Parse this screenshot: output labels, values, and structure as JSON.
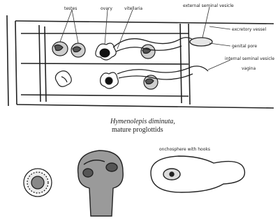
{
  "labels": {
    "testes": "testes",
    "ovary": "ovary",
    "vitellaria": "vitellaria",
    "external_seminal_vesicle": "external seminal vesicle",
    "excretory_vessel": "excretory vessel",
    "genital_pore": "genital pore",
    "internal_seminal_vesicle": "internal seminal vesicle",
    "vagina": "vagina",
    "oncosphere_label": "onchosphere with hooks"
  },
  "captions": {
    "species": "Hymenolepis diminuta,",
    "part": "mature proglottids"
  }
}
